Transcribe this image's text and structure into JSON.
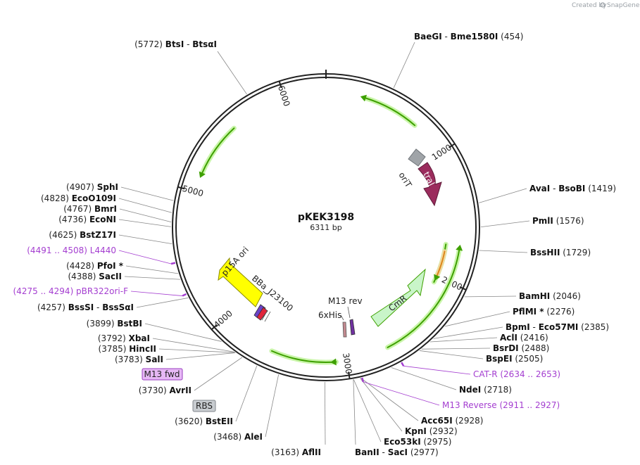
{
  "credit": {
    "text": "Created by",
    "brand": "SnapGene"
  },
  "plasmid": {
    "name": "pKEK3198",
    "length": 6311,
    "length_label": "6311 bp"
  },
  "ticks": [
    {
      "label": "1000",
      "pos": 1000
    },
    {
      "label": "2000",
      "pos": 2000
    },
    {
      "label": "3000",
      "pos": 3000
    },
    {
      "label": "4000",
      "pos": 4000
    },
    {
      "label": "5000",
      "pos": 5000
    },
    {
      "label": "6000",
      "pos": 6000
    }
  ],
  "enzymes": [
    {
      "name": "BaeGI",
      "name2": "Bme1580I",
      "pos": "(454)",
      "site": 454
    },
    {
      "name": "AvaI",
      "name2": "BsoBI",
      "pos": "(1419)",
      "site": 1419
    },
    {
      "name": "PmlI",
      "name2": "",
      "pos": "(1576)",
      "site": 1576
    },
    {
      "name": "BssHII",
      "name2": "",
      "pos": "(1729)",
      "site": 1729
    },
    {
      "name": "BamHI",
      "name2": "",
      "pos": "(2046)",
      "site": 2046
    },
    {
      "name": "PflMI *",
      "name2": "",
      "pos": "(2276)",
      "site": 2276
    },
    {
      "name": "BpmI",
      "name2": "Eco57MI",
      "pos": "(2385)",
      "site": 2385
    },
    {
      "name": "AclI",
      "name2": "",
      "pos": "(2416)",
      "site": 2416
    },
    {
      "name": "BsrDI",
      "name2": "",
      "pos": "(2488)",
      "site": 2488
    },
    {
      "name": "BspEI",
      "name2": "",
      "pos": "(2505)",
      "site": 2505
    },
    {
      "name": "NdeI",
      "name2": "",
      "pos": "(2718)",
      "site": 2718
    },
    {
      "name": "Acc65I",
      "name2": "",
      "pos": "(2928)",
      "site": 2928
    },
    {
      "name": "KpnI",
      "name2": "",
      "pos": "(2932)",
      "site": 2932
    },
    {
      "name": "Eco53kI",
      "name2": "",
      "pos": "(2975)",
      "site": 2975
    },
    {
      "name": "BanII",
      "name2": "SacI",
      "pos": "(2977)",
      "site": 2977
    },
    {
      "name": "AflII",
      "name2": "",
      "pos": "(3163)",
      "site": 3163
    },
    {
      "name": "AleI",
      "name2": "",
      "pos": "(3468)",
      "site": 3468
    },
    {
      "name": "BstEII",
      "name2": "",
      "pos": "(3620)",
      "site": 3620
    },
    {
      "name": "AvrII",
      "name2": "",
      "pos": "(3730)",
      "site": 3730
    },
    {
      "name": "SalI",
      "name2": "",
      "pos": "(3783)",
      "site": 3783
    },
    {
      "name": "HincII",
      "name2": "",
      "pos": "(3785)",
      "site": 3785
    },
    {
      "name": "XbaI",
      "name2": "",
      "pos": "(3792)",
      "site": 3792
    },
    {
      "name": "BstBI",
      "name2": "",
      "pos": "(3899)",
      "site": 3899
    },
    {
      "name": "BssSI",
      "name2": "BssSαI",
      "pos": "(4257)",
      "site": 4257
    },
    {
      "name": "SacII",
      "name2": "",
      "pos": "(4388)",
      "site": 4388
    },
    {
      "name": "PfoI *",
      "name2": "",
      "pos": "(4428)",
      "site": 4428
    },
    {
      "name": "BstZ17I",
      "name2": "",
      "pos": "(4625)",
      "site": 4625
    },
    {
      "name": "EcoNI",
      "name2": "",
      "pos": "(4736)",
      "site": 4736
    },
    {
      "name": "BmrI",
      "name2": "",
      "pos": "(4767)",
      "site": 4767
    },
    {
      "name": "EcoO109I",
      "name2": "",
      "pos": "(4828)",
      "site": 4828
    },
    {
      "name": "SphI",
      "name2": "",
      "pos": "(4907)",
      "site": 4907
    },
    {
      "name": "BtsI",
      "name2": "BtsαI",
      "pos": "(5772)",
      "site": 5772
    }
  ],
  "primers": [
    {
      "name": "CAT-R",
      "range": "(2634 .. 2653)",
      "site": 2644
    },
    {
      "name": "M13 Reverse",
      "range": "(2911 .. 2927)",
      "site": 2919
    },
    {
      "name": "pBR322ori-F",
      "range": "(4275 .. 4294)",
      "site": 4285
    },
    {
      "name": "L4440",
      "range": "(4491 .. 4508)",
      "site": 4500
    }
  ],
  "boxed_labels": [
    {
      "name": "M13 fwd",
      "fill": "#e6b8f5",
      "stroke": "#9a3fc0"
    },
    {
      "name": "RBS",
      "fill": "#c8ccd0",
      "stroke": "#80868b"
    }
  ],
  "features": {
    "traJ": "traJ",
    "oriT": "oriT",
    "CmR": "CmR",
    "p15A_ori": "p15A ori",
    "BBa_J23100": "BBa_J23100",
    "M13_rev": "M13 rev",
    "his": "6xHis"
  },
  "colors": {
    "traJ": "#9b2c5d",
    "oriT": "#a0a4a8",
    "cmr": "#c9f5c9",
    "p15a": "#ffff00",
    "orf": "#3ea000",
    "orange": "#d98a1a",
    "primer": "#a43ed0"
  }
}
